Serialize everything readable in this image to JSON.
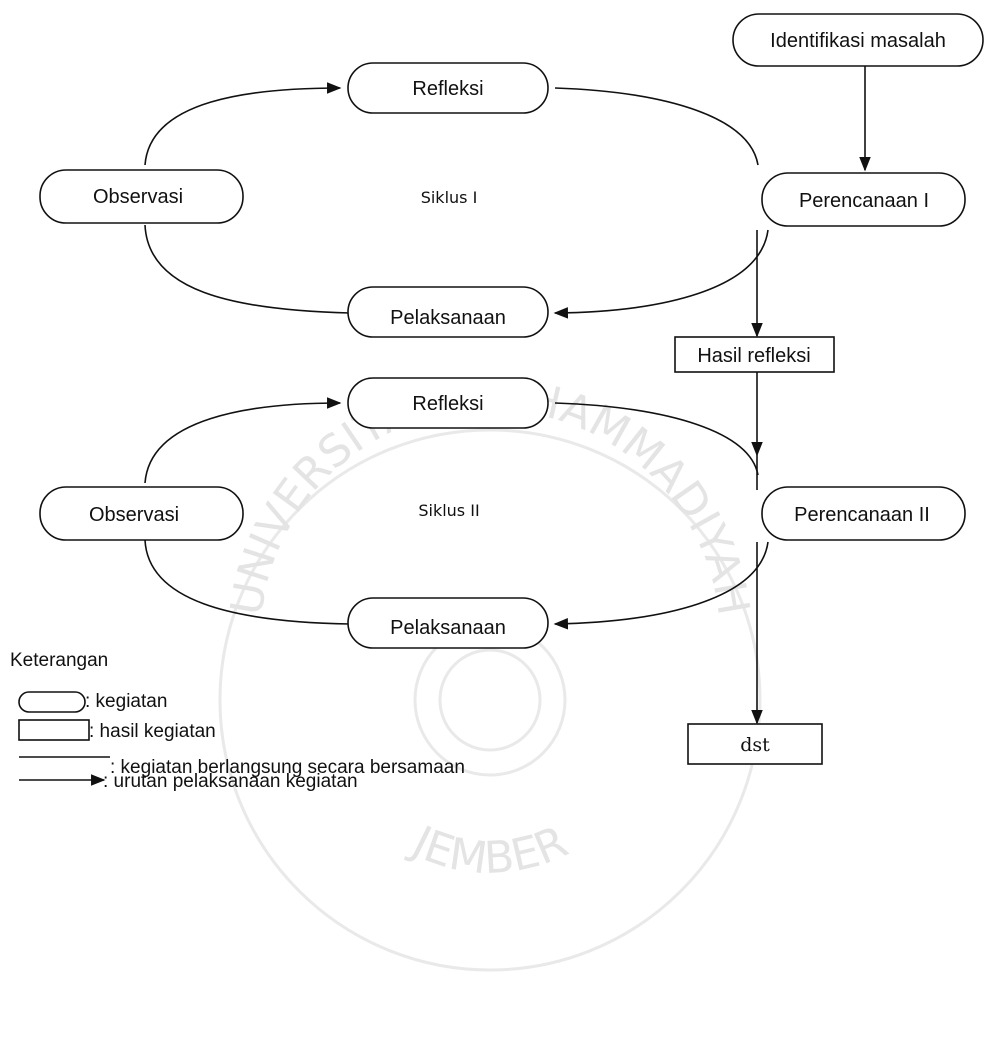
{
  "cycle1": {
    "refleksi": "Refleksi",
    "observasi": "Observasi",
    "pelaksanaan": "Pelaksanaan",
    "perencanaan": "Perencanaan I",
    "label": "Siklus I"
  },
  "cycle2": {
    "refleksi": "Refleksi",
    "observasi": "Observasi",
    "pelaksanaan": "Pelaksanaan",
    "perencanaan": "Perencanaan II",
    "label": "Siklus II"
  },
  "identifikasi": "Identifikasi masalah",
  "hasil_refleksi": "Hasil refleksi",
  "dst": "dst",
  "legend": {
    "title": "Keterangan",
    "items": [
      ": kegiatan",
      ": hasil kegiatan",
      ": kegiatan berlangsung secara bersamaan",
      ": urutan pelaksanaan kegiatan"
    ]
  },
  "watermark": {
    "top": "UNIVERSITAS MUHAMMADIYAH",
    "bottom": "JEMBER"
  }
}
